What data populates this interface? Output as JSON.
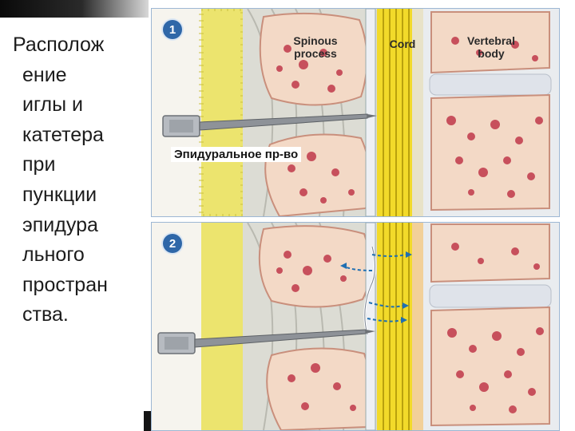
{
  "slide": {
    "text_lines": [
      "Располож",
      "ение",
      "иглы и",
      "катетера",
      "при",
      "пункции",
      "эпидура",
      "льного",
      "простран",
      "ства."
    ]
  },
  "figure": {
    "panel1": {
      "number": "1",
      "label_spinous": "Spinous process",
      "label_spinous_line1": "Spinous",
      "label_spinous_line2": "process",
      "label_cord": "Cord",
      "label_vertebral_line1": "Vertebral",
      "label_vertebral_line2": "body",
      "epidural_label": "Эпидуральное пр-во"
    },
    "panel2": {
      "number": "2"
    }
  },
  "colors": {
    "bone_fill": "#f3d9c6",
    "bone_spots": "#c0394a",
    "ligament": "#e9e46a",
    "cord_yellow": "#f2da2a",
    "badge": "#2f67a8",
    "needle": "#8e9298",
    "arrow": "#1f6fb2"
  }
}
